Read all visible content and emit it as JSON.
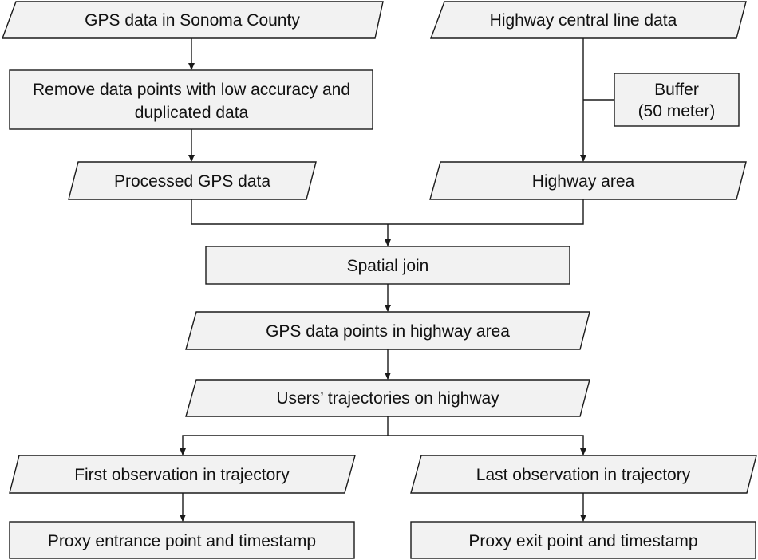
{
  "nodes": {
    "gps_sonoma": "GPS data in Sonoma County",
    "highway_central": "Highway central line data",
    "remove_low_accuracy_l1": "Remove data points with low accuracy and",
    "remove_low_accuracy_l2": "duplicated data",
    "buffer_l1": "Buffer",
    "buffer_l2": "(50 meter)",
    "processed_gps": "Processed GPS data",
    "highway_area": "Highway area",
    "spatial_join": "Spatial join",
    "gps_in_highway": "GPS data points in highway area",
    "user_trajectories": "Users’ trajectories on highway",
    "first_observation": "First observation in trajectory",
    "last_observation": "Last observation in trajectory",
    "proxy_entrance": "Proxy entrance point and timestamp",
    "proxy_exit": "Proxy exit point and timestamp"
  },
  "colors": {
    "box_fill": "#f2f2f2",
    "stroke": "#1a1a1a",
    "text": "#111111"
  }
}
